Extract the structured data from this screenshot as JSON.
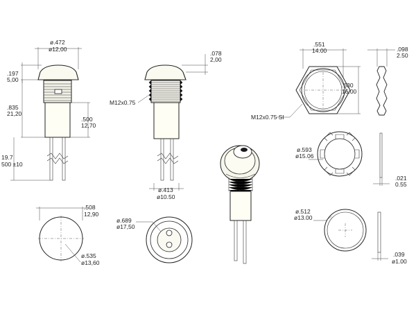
{
  "dims": {
    "front_cap_dia": "ø.472",
    "front_cap_dia_mm": "ø12,00",
    "cap_height": ".197",
    "cap_height_mm": "5,00",
    "body_len": ".835",
    "body_len_mm": "21,20",
    "collar_len": ".500",
    "collar_len_mm": "12,70",
    "lead_len_a": "19.7",
    "lead_len_b": "500 ±10",
    "side_cap_height": ".078",
    "side_cap_height_mm": "2,00",
    "thread_side": "M12x0.75",
    "nut_dia": "ø.413",
    "nut_dia_mm": "ø10.50",
    "hex_width": ".551",
    "hex_width_mm": "14.00",
    "hex_corner": ".630",
    "hex_corner_mm": "16.00",
    "hex_thread": "M12x0.75  SI",
    "nut_thk": ".098",
    "nut_thk_mm": "2.50",
    "lockwasher_dia": "ø.593",
    "lockwasher_dia_mm": "ø15.06",
    "lockwasher_thk": ".021",
    "lockwasher_thk_mm": "0.55",
    "front_dia": ".508",
    "front_dia_mm": "12,90",
    "front_outer": "ø.535",
    "front_outer_mm": "ø13,60",
    "rear_dia": "ø.689",
    "rear_dia_mm": "ø17,50",
    "washer_dia": "ø.512",
    "washer_dia_mm": "ø13.00",
    "washer_thk": ".039",
    "washer_thk_mm": "ø1.00"
  }
}
